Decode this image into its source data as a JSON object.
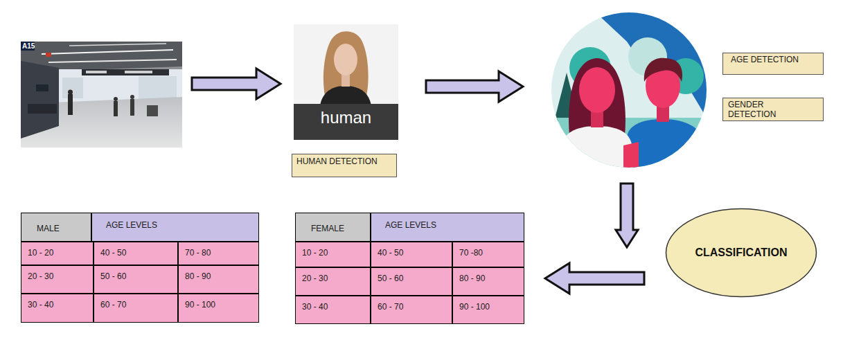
{
  "diagram": {
    "nodes": [
      {
        "text": [
          "A15"
        ]
      },
      {
        "text": [
          "human"
        ]
      },
      {
        "text": [
          "HUMAN DETECTION"
        ]
      },
      {
        "text": [
          "AGE DETECTION"
        ]
      },
      {
        "text": [
          "GENDER DETECTION"
        ]
      },
      {
        "text": [
          "MALE",
          "AGE LEVELS",
          "10 - 20",
          "40 - 50",
          "70 - 80",
          "20 - 30",
          "50 - 60",
          "80 - 90",
          "30 - 40",
          "60 - 70",
          "90 - 100"
        ]
      },
      {
        "text": [
          "FEMALE",
          "AGE LEVELS",
          "10 - 20",
          "40 - 50",
          "70 -80",
          "20 - 30",
          "50 - 60",
          "80 - 90",
          "30 - 40",
          "60 - 70",
          "90 - 100"
        ]
      },
      {
        "text": [
          "CLASSIFICATION"
        ]
      }
    ],
    "edges": [
      {
        "from": 0,
        "to": 1,
        "arrow": "to"
      },
      {
        "from": 7,
        "to": 6,
        "arrow": "to"
      }
    ]
  }
}
